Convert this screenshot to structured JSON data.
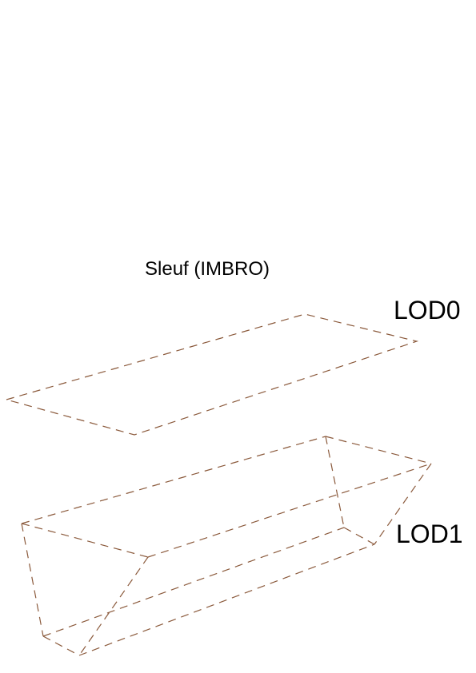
{
  "diagram": {
    "title": "Sleuf (IMBRO)",
    "lod0": {
      "label": "LOD0"
    },
    "lod1": {
      "label": "LOD1"
    },
    "edge_color": "#8B5A3C"
  }
}
